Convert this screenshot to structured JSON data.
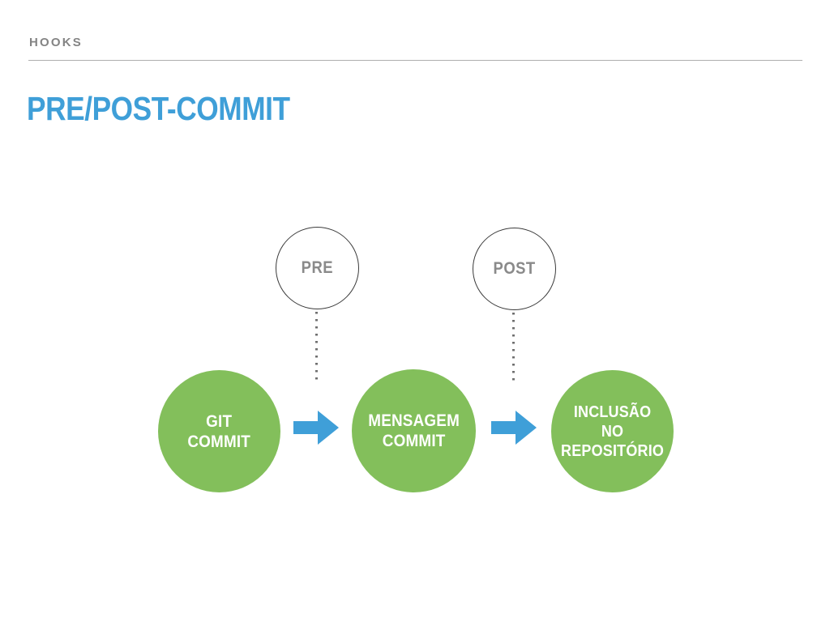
{
  "slide": {
    "eyebrow": "HOOKS",
    "title": "PRE/POST-COMMIT",
    "background_color": "#ffffff",
    "accent_blue": "#3f9fd8",
    "accent_green": "#83bf5b",
    "rule_color": "#aeaeae",
    "muted_text_color": "#848484"
  },
  "diagram": {
    "hooks": [
      {
        "id": "pre",
        "label": "PRE",
        "shape": "outline-circle",
        "text_color": "#8a8a8a",
        "border_color": "#3b3b3b"
      },
      {
        "id": "post",
        "label": "POST",
        "shape": "outline-circle",
        "text_color": "#8a8a8a",
        "border_color": "#3b3b3b"
      }
    ],
    "connectors": [
      {
        "id": "pre-connector",
        "style": "dotted",
        "from": "pre",
        "to": "step-mensagem-commit"
      },
      {
        "id": "post-connector",
        "style": "dotted",
        "from": "post",
        "to": "step-inclusao-no-repositorio"
      }
    ],
    "steps": [
      {
        "id": "step-git-commit",
        "label": "GIT\nCOMMIT",
        "fill": "#83bf5b",
        "text_color": "#ffffff"
      },
      {
        "id": "step-mensagem-commit",
        "label": "MENSAGEM\nCOMMIT",
        "fill": "#83bf5b",
        "text_color": "#ffffff"
      },
      {
        "id": "step-inclusao-no-repositorio",
        "label": "INCLUSÃO\nNO\nREPOSITÓRIO",
        "fill": "#83bf5b",
        "text_color": "#ffffff"
      }
    ],
    "arrows": [
      {
        "id": "arrow-1",
        "direction": "right",
        "color": "#3f9fd8"
      },
      {
        "id": "arrow-2",
        "direction": "right",
        "color": "#3f9fd8"
      }
    ]
  }
}
